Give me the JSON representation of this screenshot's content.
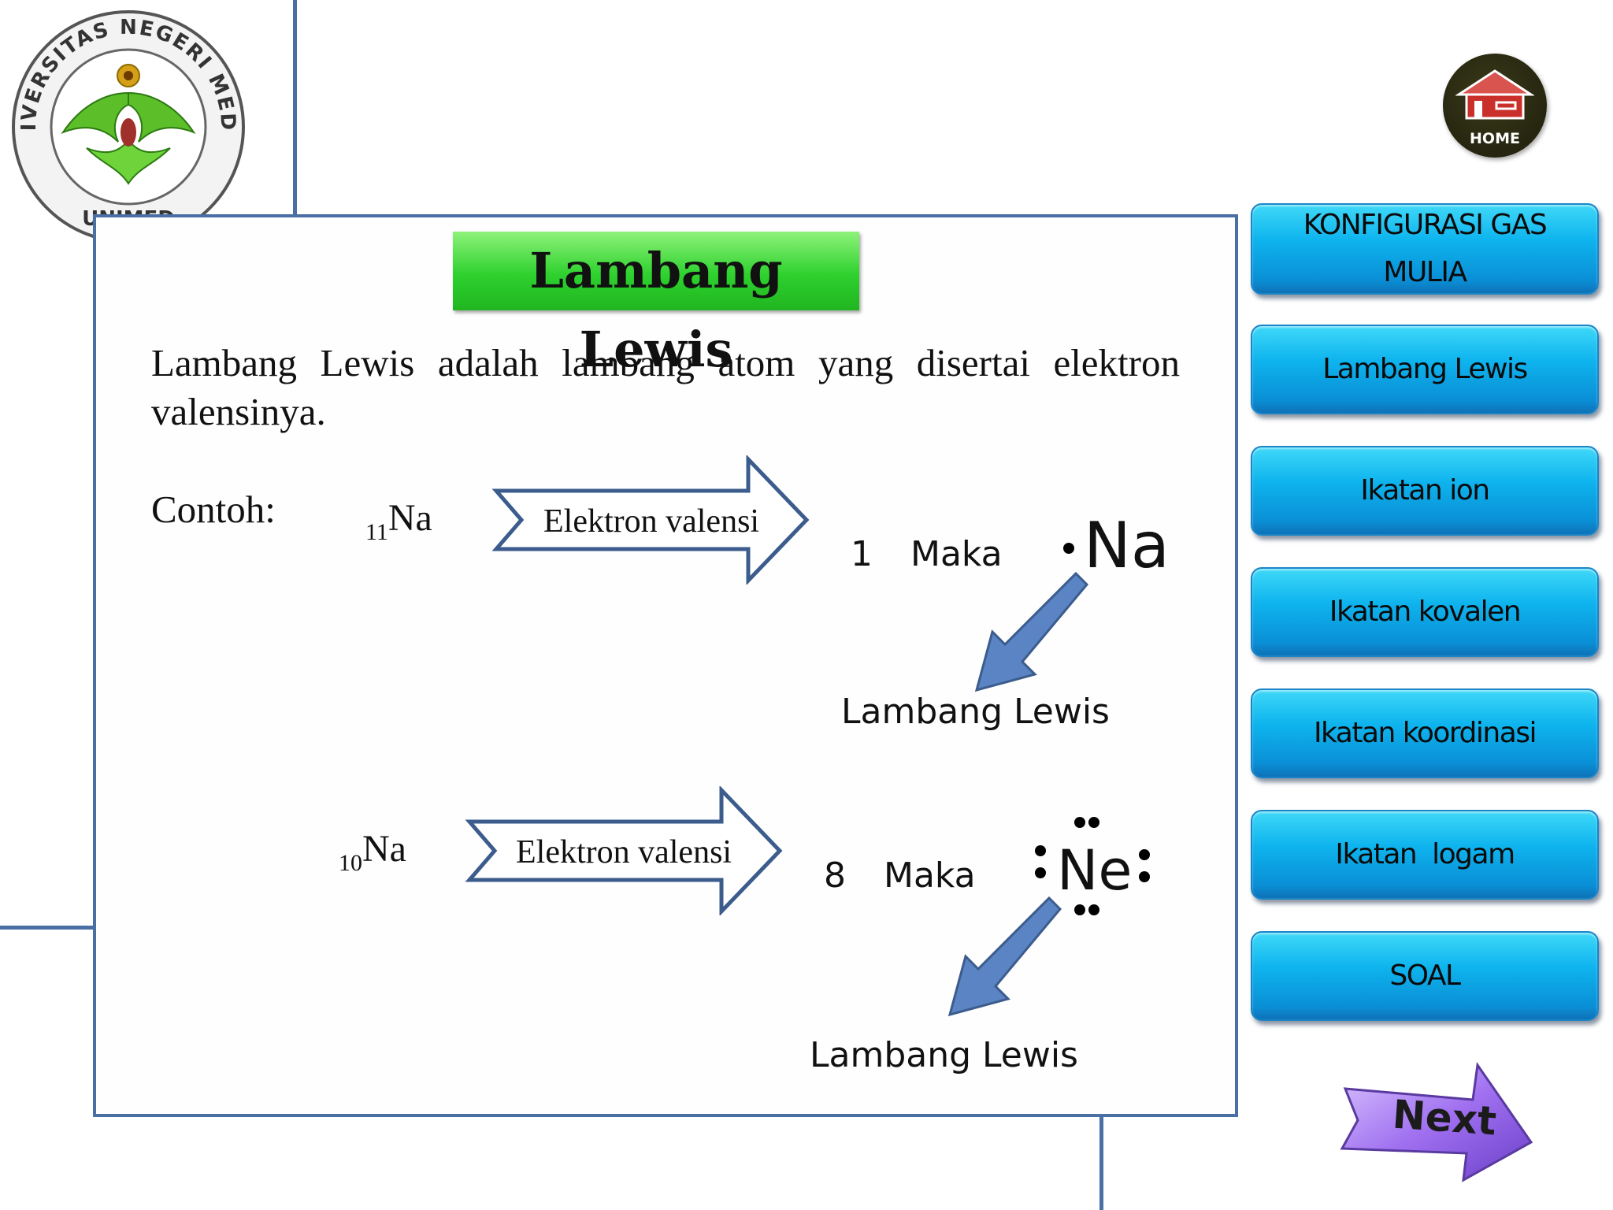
{
  "logo": {
    "ring_text": "UNIVERSITAS NEGERI MEDAN",
    "bottom_text": "UNIMED"
  },
  "header": {
    "home_label": "HOME"
  },
  "main": {
    "title": "Lambang Lewis",
    "definition": "Lambang Lewis adalah lambang atom yang disertai elektron valensinya.",
    "example_label": "Contoh:",
    "examples": [
      {
        "atomic_number": "11",
        "element": "Na",
        "arrow_label": "Elektron valensi",
        "valence_count": "1",
        "maka": "Maka",
        "lewis_symbol": "Na",
        "result_label": "Lambang Lewis"
      },
      {
        "atomic_number": "10",
        "element": "Na",
        "arrow_label": "Elektron valensi",
        "valence_count": "8",
        "maka": "Maka",
        "lewis_symbol": "Ne",
        "result_label": "Lambang Lewis"
      }
    ]
  },
  "sidebar": {
    "items": [
      {
        "label": "KONFIGURASI GAS MULIA"
      },
      {
        "label": "Lambang Lewis"
      },
      {
        "label": "Ikatan ion"
      },
      {
        "label": "Ikatan kovalen"
      },
      {
        "label": "Ikatan koordinasi"
      },
      {
        "label": "Ikatan  logam"
      },
      {
        "label": "SOAL"
      }
    ]
  },
  "footer": {
    "next_label": "Next"
  },
  "colors": {
    "frame_blue": "#4a6fa5",
    "title_green": "#2ed12e",
    "nav_cyan": "#0eb4ee",
    "next_purple": "#a070f0"
  }
}
